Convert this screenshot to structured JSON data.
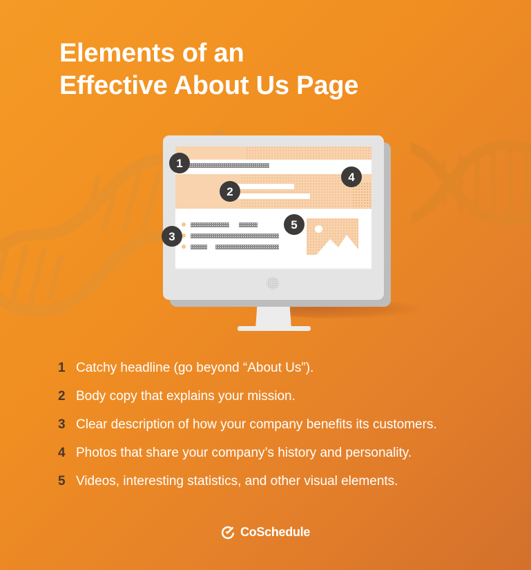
{
  "poster": {
    "background_top_color": "#F59A25",
    "background_bottom_color": "#D3702B",
    "title_lines": [
      "Elements of an",
      "Effective About Us Page"
    ]
  },
  "illustration": {
    "name": "desktop-monitor-about-us-page-mockup",
    "callouts": [
      {
        "number": "1",
        "target": "headline"
      },
      {
        "number": "2",
        "target": "body-copy"
      },
      {
        "number": "3",
        "target": "bullet-list"
      },
      {
        "number": "4",
        "target": "hero-photo-band"
      },
      {
        "number": "5",
        "target": "image-media-block"
      }
    ],
    "accent_peach": "#F8D3AE",
    "badge_color": "#3D3B3A",
    "monitor_body_color": "#E4E4E4"
  },
  "list": {
    "items": [
      {
        "number": "1",
        "text": "Catchy headline (go beyond “About Us”)."
      },
      {
        "number": "2",
        "text": "Body copy that explains your mission."
      },
      {
        "number": "3",
        "text": "Clear description of how your company benefits its customers."
      },
      {
        "number": "4",
        "text": "Photos that share your company’s history and personality."
      },
      {
        "number": "5",
        "text": "Videos, interesting statistics, and other visual elements."
      }
    ],
    "number_color": "#4A3728",
    "text_color": "#FFFFFF"
  },
  "footer": {
    "brand": "CoSchedule",
    "logo_icon": "coschedule-check-circle-icon"
  }
}
